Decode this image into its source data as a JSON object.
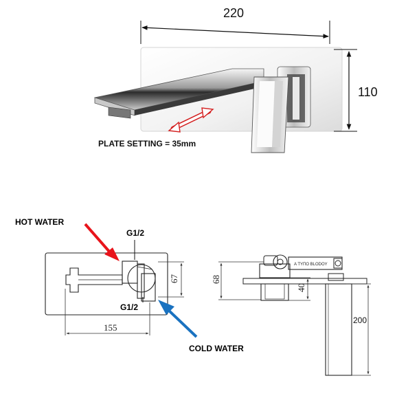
{
  "top_view": {
    "width_dim": "220",
    "height_dim": "110",
    "plate_setting": "PLATE SETTING = 35mm"
  },
  "front_view": {
    "hot_label": "HOT WATER",
    "cold_label": "COLD WATER",
    "g_top": "G1/2",
    "g_bottom": "G1/2",
    "dim_width": "155",
    "dim_height": "67",
    "hot_color": "#e8141b",
    "cold_color": "#1a72c0"
  },
  "side_view": {
    "dim_68": "68",
    "dim_40": "40",
    "dim_200": "200",
    "body_marking": "A ΤΥΠΟ BLODOΥ"
  }
}
